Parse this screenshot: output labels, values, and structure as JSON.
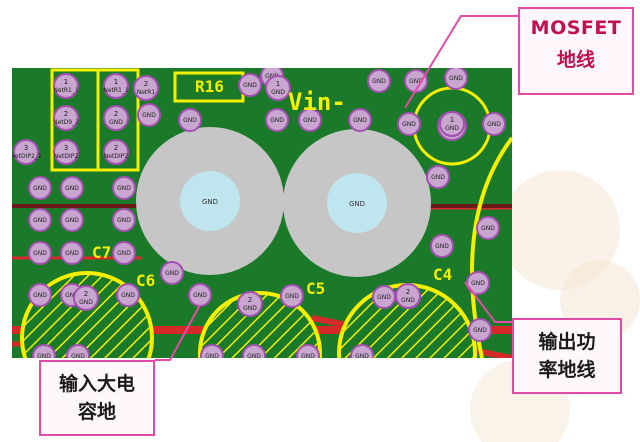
{
  "pcb": {
    "colors": {
      "board": "#1a7a2a",
      "silkscreen": "#f5f000",
      "pad": "#c8a6cf",
      "pad_ring": "#a24fb0",
      "copper_trace": "#d42a2a",
      "big_pad": "#c6c6c6",
      "big_pad_hole": "#bfe6ee"
    },
    "labels": {
      "r16": "R16",
      "vin": "Vin-",
      "c7": "C7",
      "c6": "C6",
      "c5": "C5",
      "c4": "C4"
    },
    "pad_net": "GND",
    "small_pads": [
      {
        "num": "1",
        "net": "NetR1_1"
      },
      {
        "num": "1",
        "net": "NetR1_1"
      },
      {
        "num": "2",
        "net": "NetR1"
      },
      {
        "num": "1",
        "net": "GND"
      },
      {
        "num": "2",
        "net": "NetD9_2"
      },
      {
        "num": "2",
        "net": "GND"
      },
      {
        "num": "3",
        "net": "NetDIP2"
      },
      {
        "num": "2",
        "net": "NetDIP2"
      },
      {
        "num": "3",
        "net": "NetDIP2_2"
      },
      {
        "num": "1",
        "net": "GND"
      },
      {
        "num": "2",
        "net": "GND"
      },
      {
        "num": "2",
        "net": "GND"
      },
      {
        "num": "2",
        "net": "GND"
      }
    ]
  },
  "callouts": {
    "mosfet": {
      "line1": "MOSFET",
      "line2": "地线"
    },
    "output": {
      "line1": "输出功",
      "line2": "率地线"
    },
    "input": {
      "line1": "输入大电",
      "line2": "容地"
    }
  }
}
